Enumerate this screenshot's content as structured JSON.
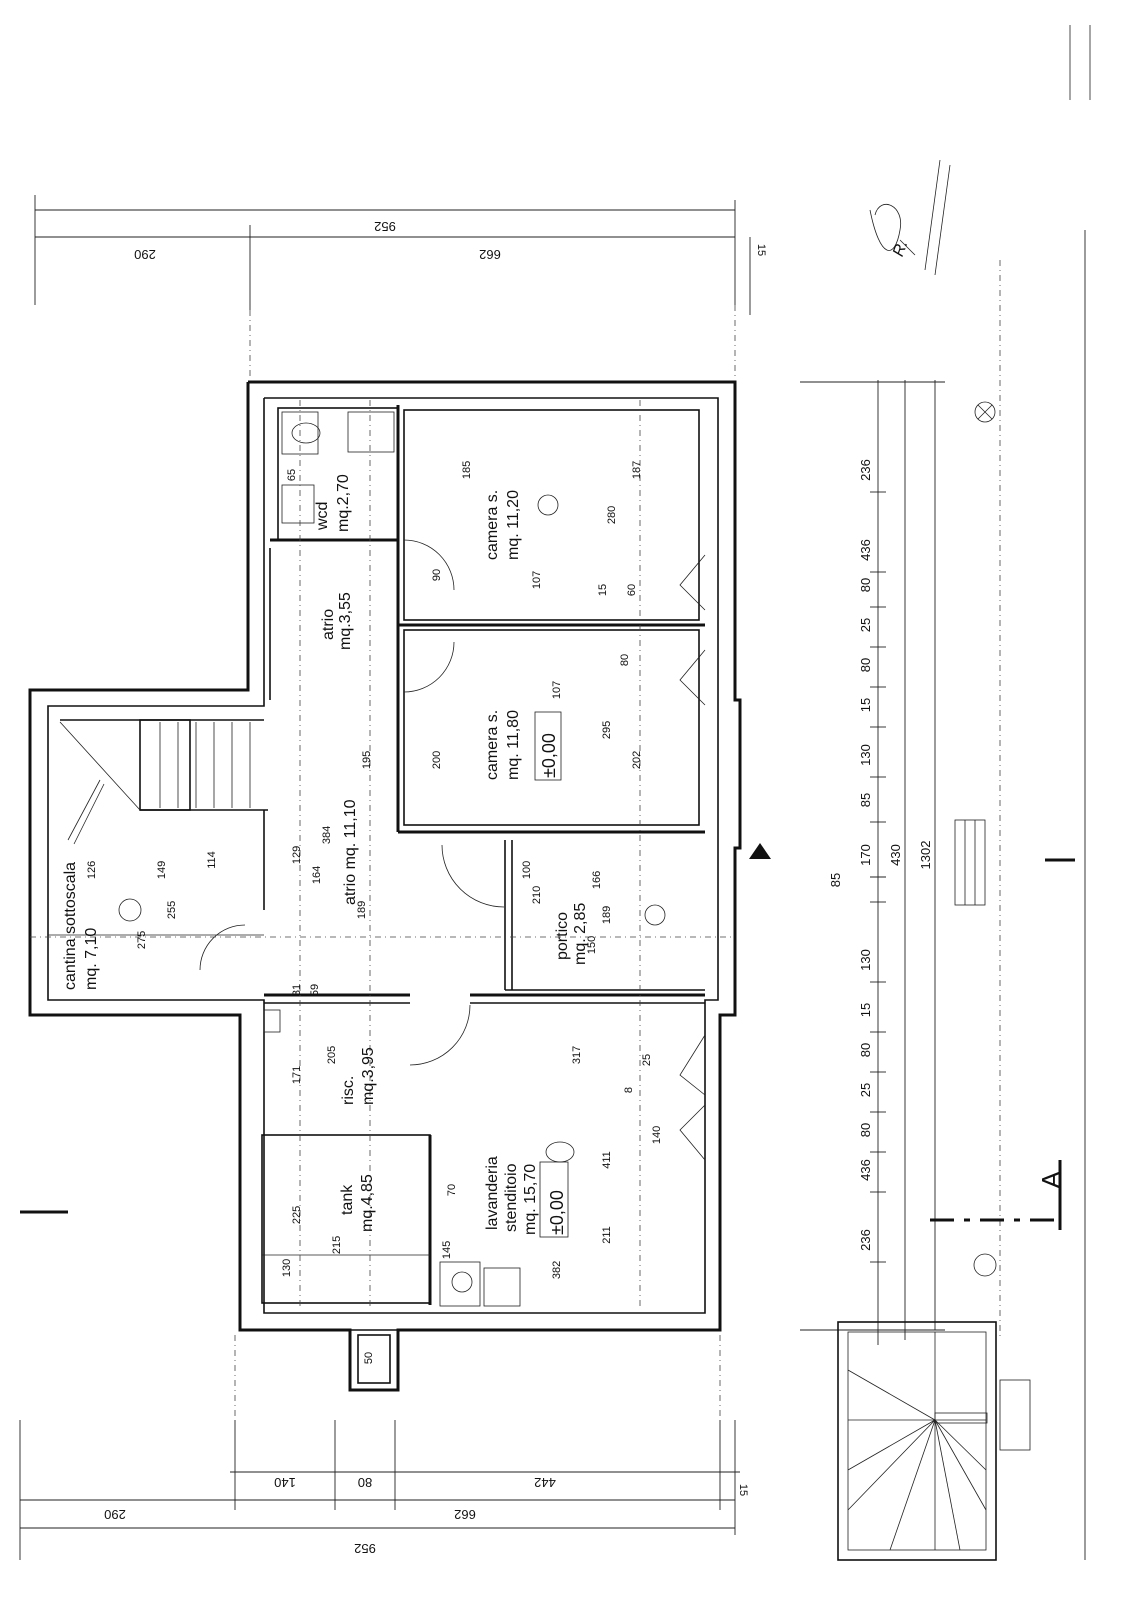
{
  "rooms": {
    "camera1": {
      "name": "camera s.",
      "area": "mq. 11,20"
    },
    "camera2": {
      "name": "camera s.",
      "area": "mq. 11,80"
    },
    "atrio_small": {
      "name": "atrio",
      "area": "mq.3,55"
    },
    "atrio_main": {
      "name": "atrio mq. 11,10"
    },
    "wc": {
      "name": "wcd",
      "area": "mq.2,70"
    },
    "cantina": {
      "name": "cantina sottoscala",
      "area": "mq. 7,10"
    },
    "portico": {
      "name": "portico",
      "area": "mq. 2,85"
    },
    "risc": {
      "name": "risc.",
      "area": "mq.3,95"
    },
    "tank": {
      "name": "tank",
      "area": "mq.4,85"
    },
    "lavanderia": {
      "name": "lavanderia",
      "name2": "stenditoio",
      "area": "mq. 15,70"
    }
  },
  "levels": {
    "l1": "±0,00",
    "l2": "±0,00"
  },
  "section_marker": "A",
  "top_dims": {
    "total": "952",
    "left": "290",
    "right": "662",
    "end": "15"
  },
  "bottom_dims": {
    "total": "952",
    "left": "290",
    "mid": "662",
    "a": "140",
    "b": "80",
    "c": "442",
    "end": "15"
  },
  "right_dims": {
    "total": "1302",
    "segments": [
      "236",
      "436",
      "80",
      "25",
      "80",
      "15",
      "130",
      "85",
      "170",
      "85",
      "430",
      "130",
      "15",
      "80",
      "25",
      "80",
      "436",
      "236"
    ]
  },
  "interior_labels": [
    "185",
    "187",
    "280",
    "107",
    "107",
    "200",
    "202",
    "295",
    "384",
    "164",
    "129",
    "189",
    "195",
    "275",
    "255",
    "126",
    "149",
    "114",
    "317",
    "411",
    "211",
    "205",
    "171",
    "225",
    "215",
    "130",
    "382",
    "145",
    "150",
    "189",
    "166",
    "210",
    "100",
    "70",
    "90",
    "80",
    "140",
    "60",
    "15",
    "25",
    "8",
    "31",
    "59",
    "65",
    "50"
  ],
  "annotations": {
    "sig": "R."
  }
}
